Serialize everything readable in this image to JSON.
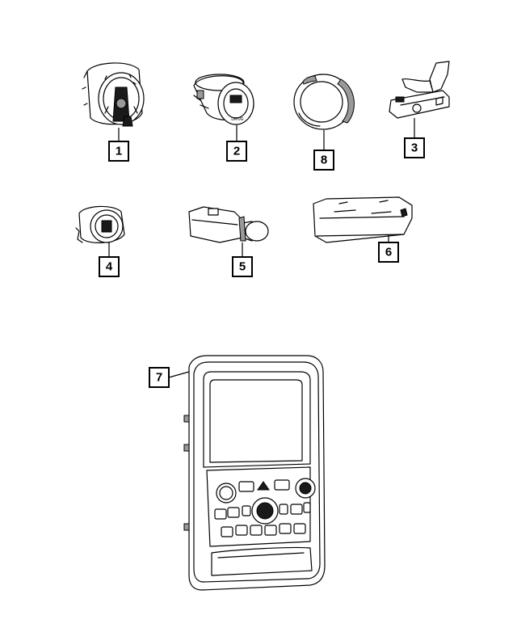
{
  "callouts": {
    "c1": "1",
    "c2": "2",
    "c3": "3",
    "c4": "4",
    "c5": "5",
    "c6": "6",
    "c7": "7",
    "c8": "8"
  },
  "part2_label": "DRIVE"
}
